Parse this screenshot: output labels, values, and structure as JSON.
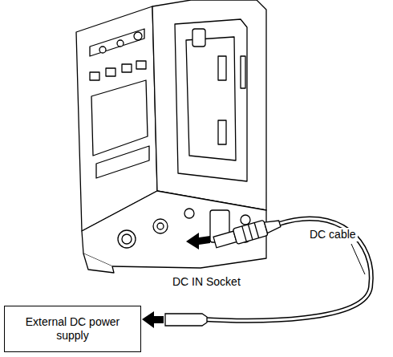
{
  "diagram": {
    "nodes": [
      {
        "text": [
          "External DC power supply"
        ]
      }
    ],
    "edges": [],
    "labels": [
      "DC IN Socket",
      "DC cable"
    ]
  }
}
